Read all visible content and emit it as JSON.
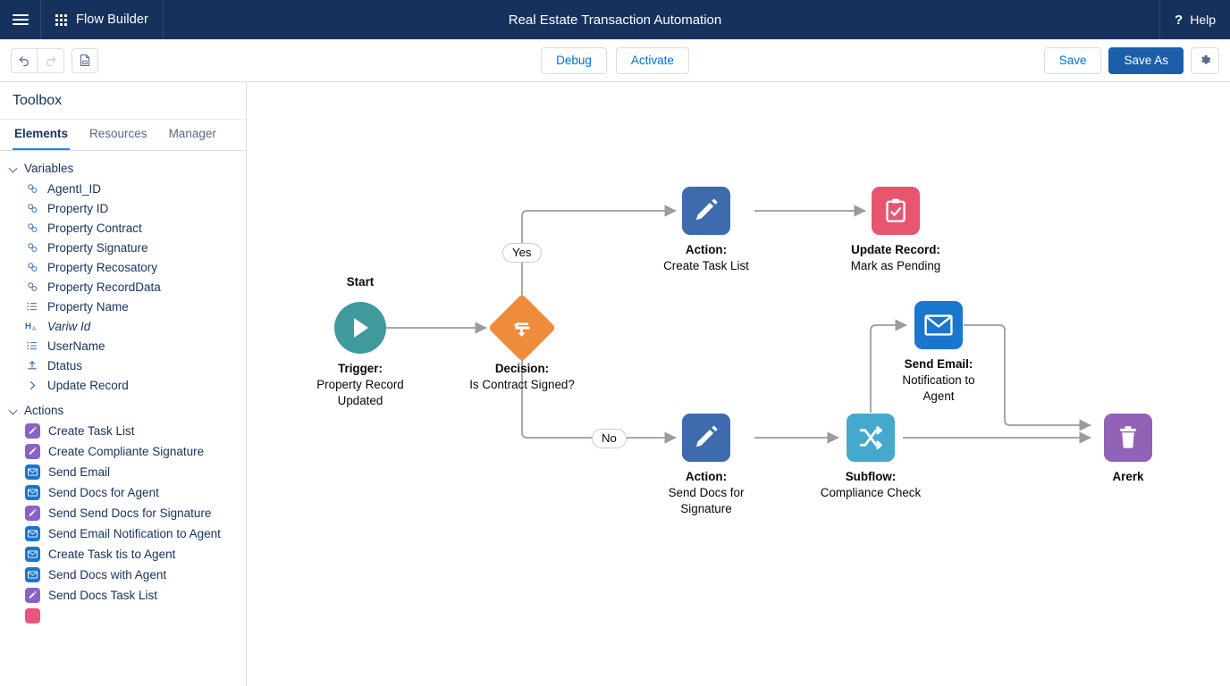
{
  "header": {
    "hamburger_icon": "hamburger-menu-icon",
    "waffle_icon": "app-launcher-icon",
    "app_name": "Flow Builder",
    "title": "Real Estate Transaction Automation",
    "help_icon": "question-mark-icon",
    "help_label": "Help"
  },
  "toolbar": {
    "undo_icon": "undo-icon",
    "redo_icon": "redo-icon",
    "copy_icon": "document-copy-icon",
    "debug_label": "Debug",
    "activate_label": "Activate",
    "save_label": "Save",
    "save_as_label": "Save As",
    "gear_icon": "gear-icon"
  },
  "sidebar": {
    "title": "Toolbox",
    "tabs": [
      {
        "label": "Elements",
        "active": true
      },
      {
        "label": "Resources",
        "active": false
      },
      {
        "label": "Manager",
        "active": false
      }
    ],
    "groups": [
      {
        "label": "Variables",
        "items": [
          {
            "label": "AgentI_ID",
            "icon": "link-chain-icon"
          },
          {
            "label": "Property ID",
            "icon": "link-chain-icon"
          },
          {
            "label": "Property Contract",
            "icon": "link-chain-icon"
          },
          {
            "label": "Property Signature",
            "icon": "link-chain-icon"
          },
          {
            "label": "Property Recosatory",
            "icon": "link-chain-icon"
          },
          {
            "label": "Property RecordData",
            "icon": "link-chain-icon"
          },
          {
            "label": "Property Name",
            "icon": "list-icon"
          },
          {
            "label": "Variw Id",
            "icon": "text-variable-icon"
          },
          {
            "label": "UserName",
            "icon": "list-icon"
          },
          {
            "label": "Dtatus",
            "icon": "upload-icon"
          },
          {
            "label": "Update Record",
            "icon": "chevron-right-icon"
          }
        ]
      },
      {
        "label": "Actions",
        "items": [
          {
            "label": "Create Task List",
            "icon": "pencil-icon",
            "color": "pencil"
          },
          {
            "label": "Create Compliante Signature",
            "icon": "pencil-icon",
            "color": "pencil"
          },
          {
            "label": "Send Email",
            "icon": "envelope-icon",
            "color": "email"
          },
          {
            "label": "Send Docs for Agent",
            "icon": "envelope-icon",
            "color": "email"
          },
          {
            "label": "Send Send Docs for Signature",
            "icon": "pencil-icon",
            "color": "pencil"
          },
          {
            "label": "Send Email Notification to Agent",
            "icon": "envelope-icon",
            "color": "email"
          },
          {
            "label": "Create Task tis to Agent",
            "icon": "envelope-icon",
            "color": "email"
          },
          {
            "label": "Send Docs with Agent",
            "icon": "envelope-icon",
            "color": "email"
          },
          {
            "label": "Send Docs Task List",
            "icon": "pencil-icon",
            "color": "pencil"
          },
          {
            "label": "",
            "icon": "clipboard-icon",
            "color": "pink"
          }
        ]
      }
    ]
  },
  "canvas": {
    "nodes": {
      "start": {
        "top_label": "Start",
        "title": "Trigger:",
        "subtitle_1": "Property Record",
        "subtitle_2": "Updated",
        "icon": "play-icon",
        "color": "#3f9a9c"
      },
      "decision": {
        "title": "Decision:",
        "subtitle": "Is Contract Signed?",
        "icon": "branch-arrows-icon",
        "color": "#ef8c3b"
      },
      "create_task": {
        "title": "Action:",
        "subtitle": "Create Task List",
        "icon": "pencil-icon",
        "color": "#3e6bae"
      },
      "update_record": {
        "title": "Update Record:",
        "subtitle": "Mark as Pending",
        "icon": "clipboard-check-icon",
        "color": "#e8556f"
      },
      "send_docs": {
        "title": "Action:",
        "subtitle_1": "Send Docs for",
        "subtitle_2": "Signature",
        "icon": "pencil-icon",
        "color": "#3e6bae"
      },
      "subflow": {
        "title": "Subflow:",
        "subtitle": "Compliance Check",
        "icon": "shuffle-arrows-icon",
        "color": "#45a8cd"
      },
      "send_email": {
        "title": "Send Email:",
        "subtitle_1": "Notification to",
        "subtitle_2": "Agent",
        "icon": "envelope-icon",
        "color": "#1b76cd"
      },
      "arerk": {
        "title": "Arerk",
        "icon": "trash-icon",
        "color": "#9062b8"
      }
    },
    "branches": {
      "yes": "Yes",
      "no": "No"
    }
  }
}
